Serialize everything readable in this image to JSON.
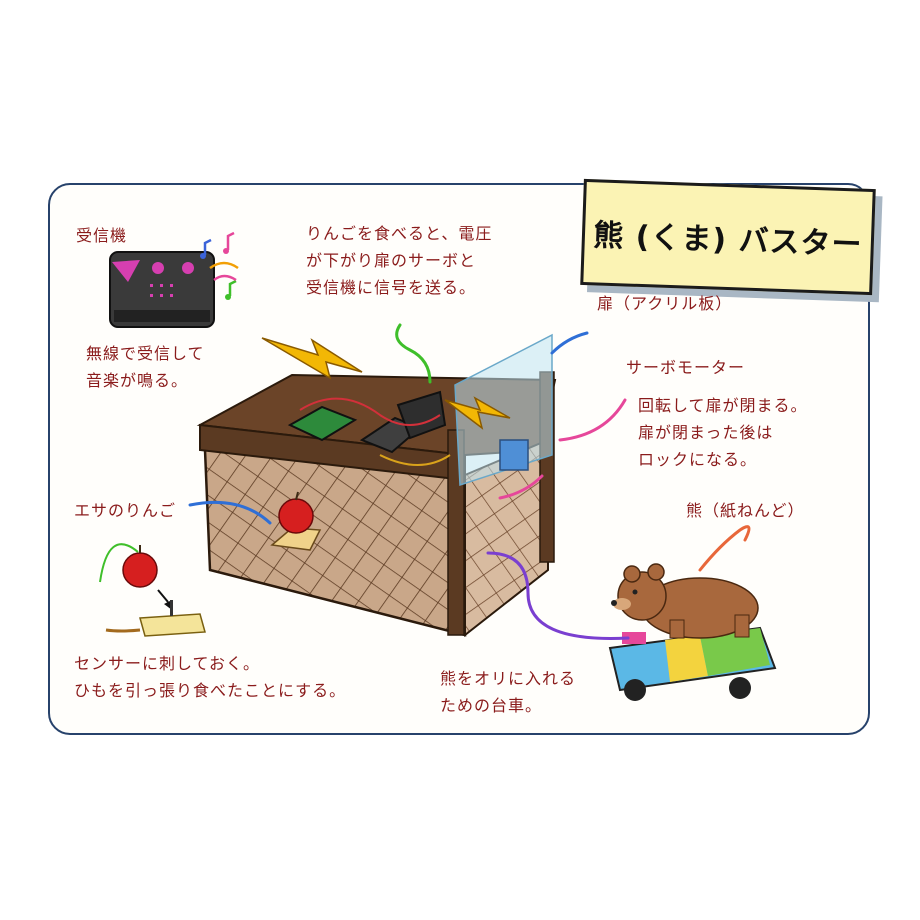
{
  "title": "熊 (くま) バスター",
  "notes": {
    "receiver": "受信機",
    "receiver_desc": "無線で受信して\n音楽が鳴る。",
    "apple_voltage": "りんごを食べると、電圧\nが下がり扉のサーボと\n受信機に信号を送る。",
    "door": "扉（アクリル板）",
    "servo_title": "サーボモーター",
    "servo_desc": "回転して扉が閉まる。\n扉が閉まった後は\nロックになる。",
    "bait": "エサのりんご",
    "bear": "熊（紙ねんど）",
    "sensor": "センサーに刺しておく。\nひもを引っ張り食べたことにする。",
    "cart": "熊をオリに入れる\nための台車。"
  },
  "colors": {
    "text": "#8a1b1b",
    "frame": "#27426b",
    "title_bg": "#fbf3b4",
    "wood": "#5b3a22",
    "wood_dark": "#3e2614",
    "lightning": "#f2b705",
    "arrow_blue": "#2f6fd6",
    "arrow_pink": "#e6479a",
    "arrow_purple": "#7a3fd0",
    "arrow_green": "#3fbf2a",
    "arrow_orange": "#e8673a",
    "apple": "#d61f1f",
    "bear": "#a8683d"
  },
  "icons": [
    "microbit-receiver",
    "music-notes",
    "lightning",
    "breadboard",
    "apple",
    "sensor-block",
    "servo-motor",
    "bear",
    "cart"
  ]
}
